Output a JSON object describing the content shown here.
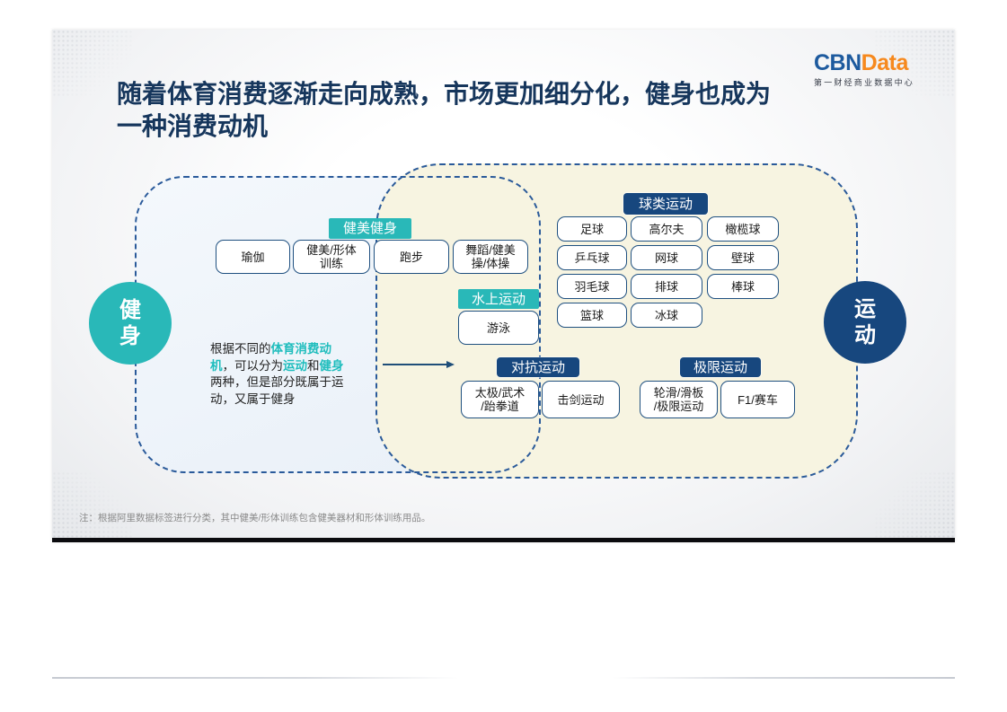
{
  "logo": {
    "cbn": "CBN",
    "data": "Data",
    "subtitle": "第一财经商业数据中心"
  },
  "title": {
    "line1": "随着体育消费逐渐走向成熟，市场更加细分化，健身也成为",
    "line2": "一种消费动机"
  },
  "diagram": {
    "left_circle_label": "健身",
    "right_circle_label": "运动",
    "groups": [
      {
        "label": "健美健身",
        "color": "teal",
        "items": [
          "瑜伽",
          "健美/形体训练",
          "跑步",
          "舞蹈/健美操/体操"
        ]
      },
      {
        "label": "水上运动",
        "color": "teal",
        "items": [
          "游泳"
        ]
      },
      {
        "label": "球类运动",
        "color": "navy",
        "items": [
          "足球",
          "高尔夫",
          "橄榄球",
          "乒乓球",
          "网球",
          "壁球",
          "羽毛球",
          "排球",
          "棒球",
          "篮球",
          "冰球"
        ]
      },
      {
        "label": "对抗运动",
        "color": "navy",
        "items": [
          "太极/武术\n/跆拳道",
          "击剑运动"
        ]
      },
      {
        "label": "极限运动",
        "color": "navy",
        "items": [
          "轮滑/滑板\n/极限运动",
          "F1/赛车"
        ]
      }
    ],
    "annotation_segments": [
      {
        "t": "根据不同的"
      },
      {
        "t": "体育消费动",
        "h": true
      },
      {
        "br": true
      },
      {
        "t": "机",
        "h": true
      },
      {
        "t": "，可以分为"
      },
      {
        "t": "运动",
        "h": true
      },
      {
        "t": "和"
      },
      {
        "t": "健身",
        "h": true
      },
      {
        "br": true
      },
      {
        "t": "两种，但是部分既属于运"
      },
      {
        "br": true
      },
      {
        "t": "动，又属于健身"
      }
    ]
  },
  "footnote": "注：根据阿里数据标签进行分类，其中健美/形体训练包含健美器材和形体训练用品。",
  "colors": {
    "teal_accent": "#29b8b8",
    "navy_accent": "#17477e",
    "title_navy": "#16365c",
    "logo_blue": "#1d5a9e",
    "logo_orange": "#f6891e",
    "dashed_border": "#2a5a9a",
    "fitness_fill": "#eaf1f8",
    "sports_fill": "#f7f4e1"
  }
}
